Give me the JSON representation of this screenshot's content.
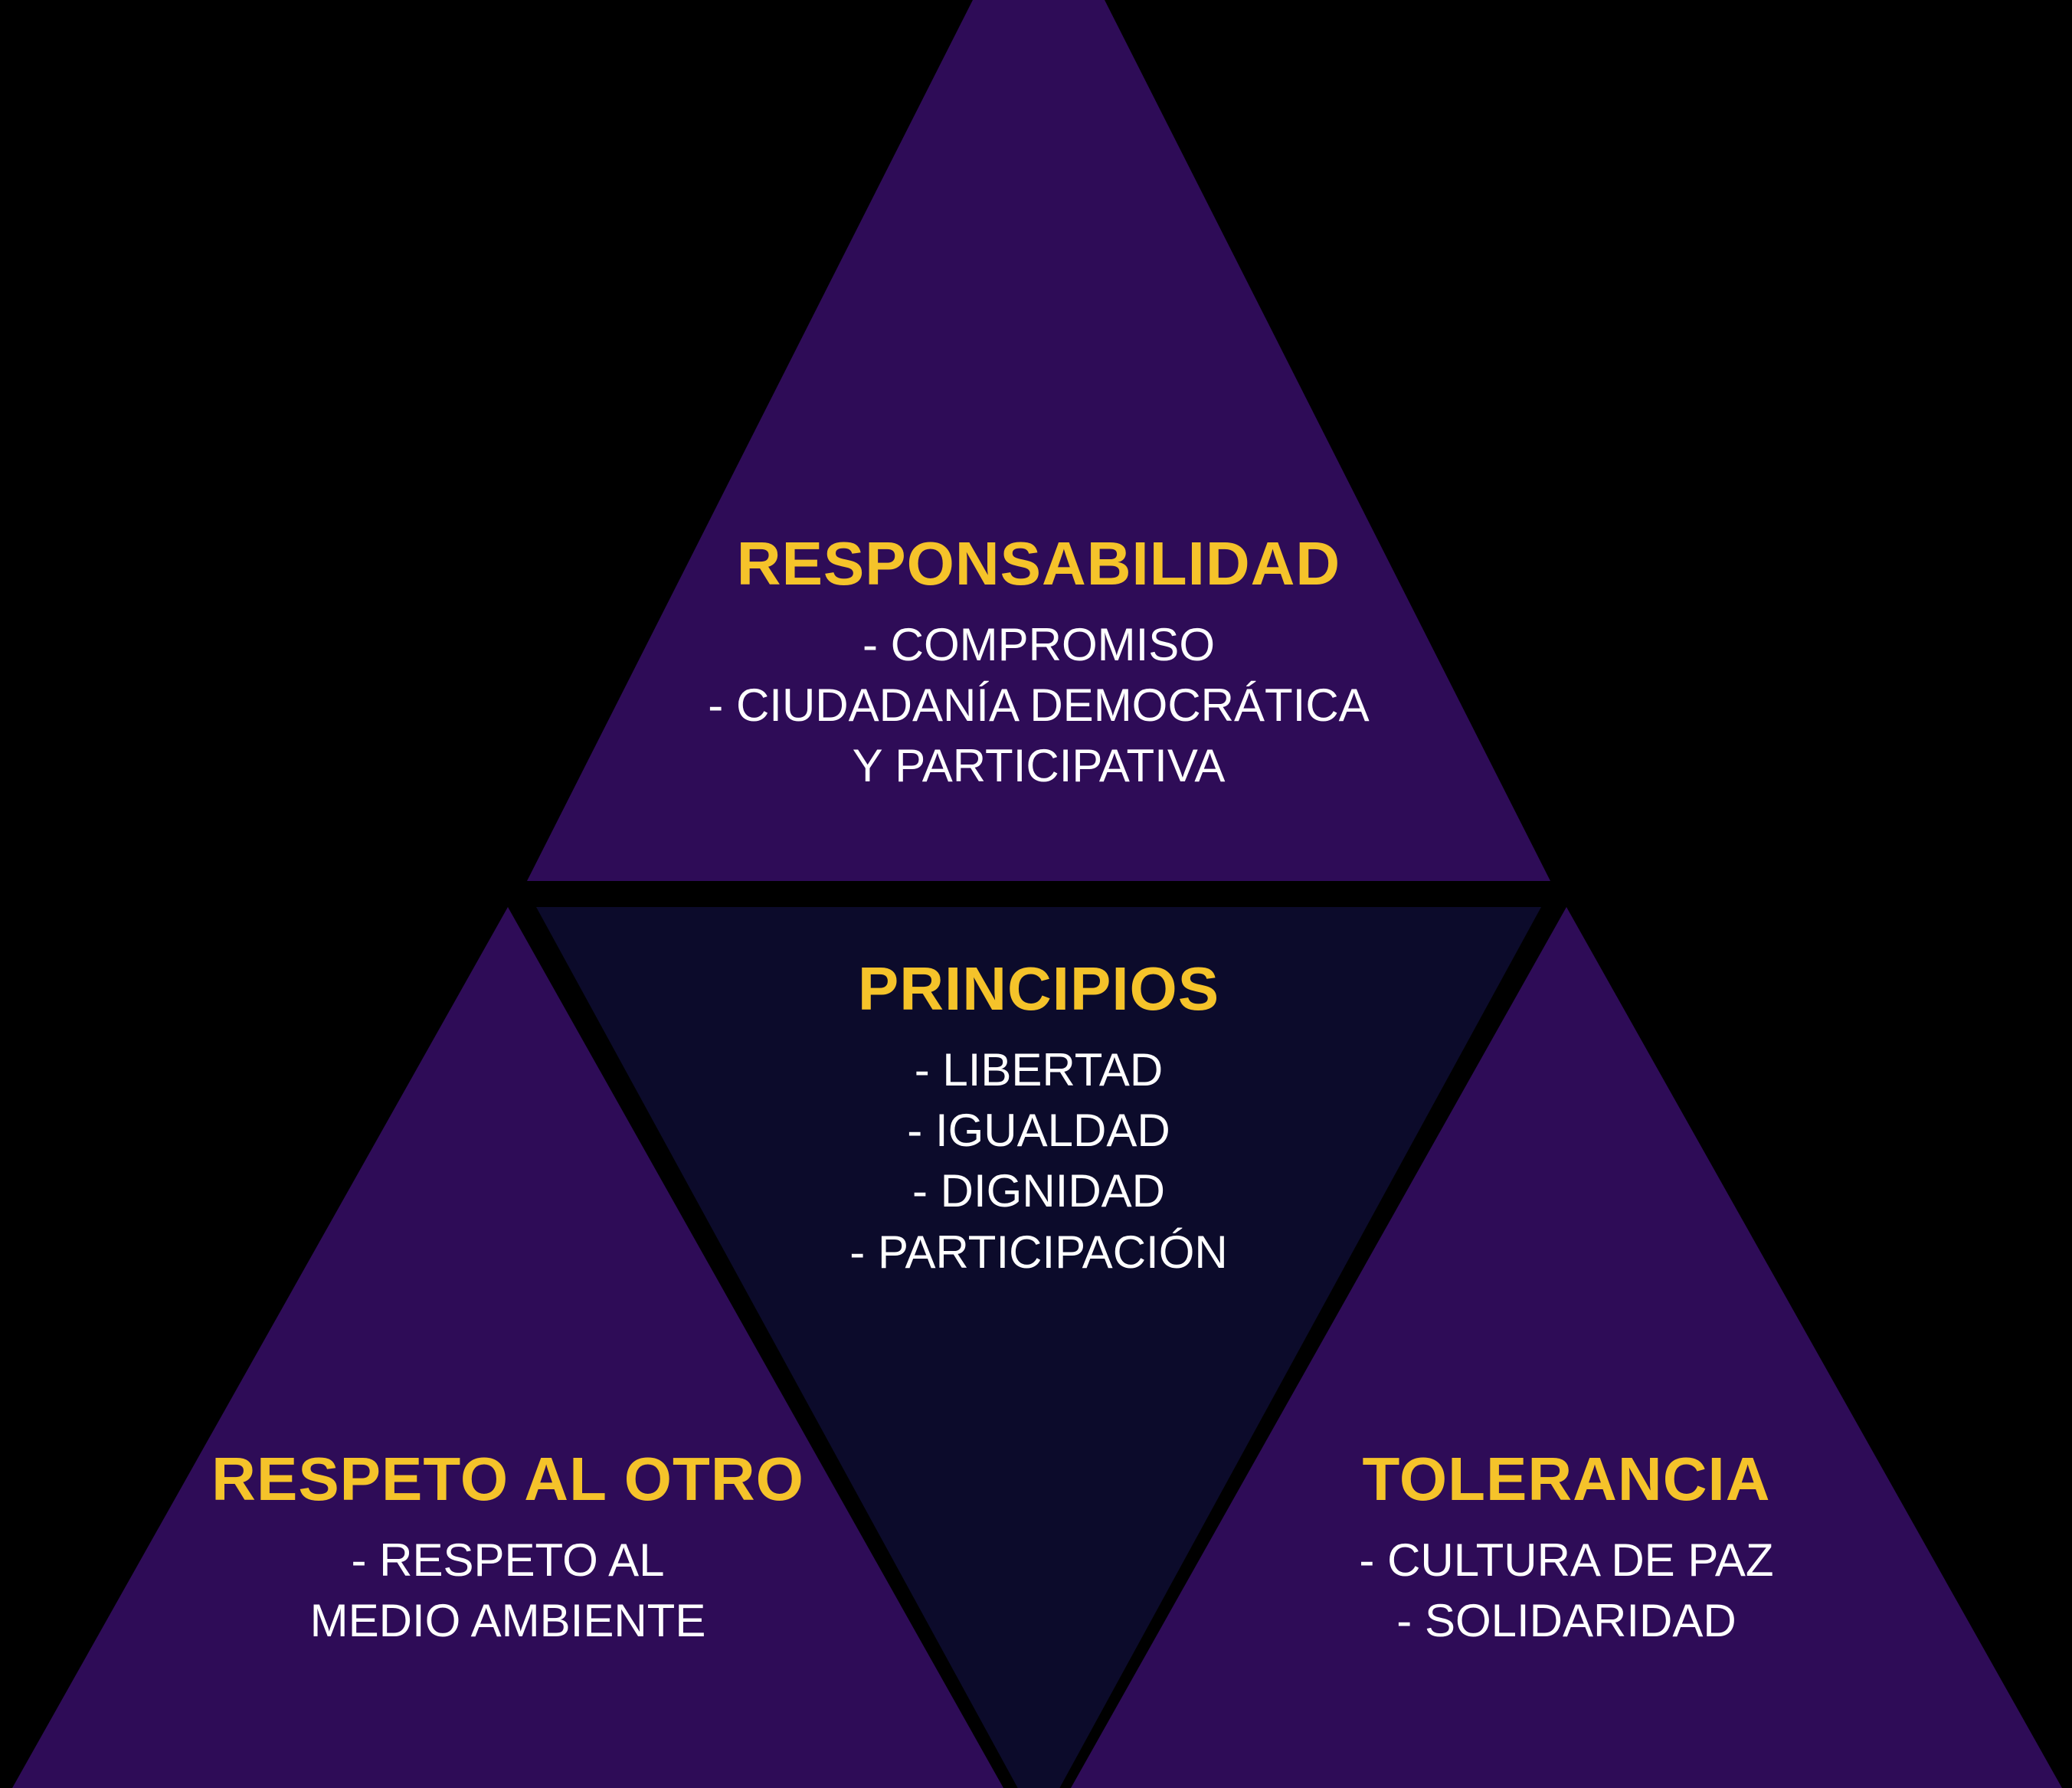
{
  "colors": {
    "background": "#000000",
    "outer_triangle": "#2e0c57",
    "center_triangle": "#0c0b2b",
    "heading": "#f5c32a",
    "body_text": "#ffffff"
  },
  "diagram": {
    "top": {
      "title": "RESPONSABILIDAD",
      "lines": [
        "- COMPROMISO",
        "- CIUDADANÍA DEMOCRÁTICA",
        "Y PARTICIPATIVA"
      ]
    },
    "center": {
      "title": "PRINCIPIOS",
      "lines": [
        "- LIBERTAD",
        "- IGUALDAD",
        "- DIGNIDAD",
        "- PARTICIPACIÓN"
      ]
    },
    "bottom_left": {
      "title": "RESPETO AL OTRO",
      "lines": [
        "- RESPETO AL",
        "MEDIO AMBIENTE"
      ]
    },
    "bottom_right": {
      "title": "TOLERANCIA",
      "lines": [
        "- CULTURA DE PAZ",
        "- SOLIDARIDAD"
      ]
    }
  }
}
